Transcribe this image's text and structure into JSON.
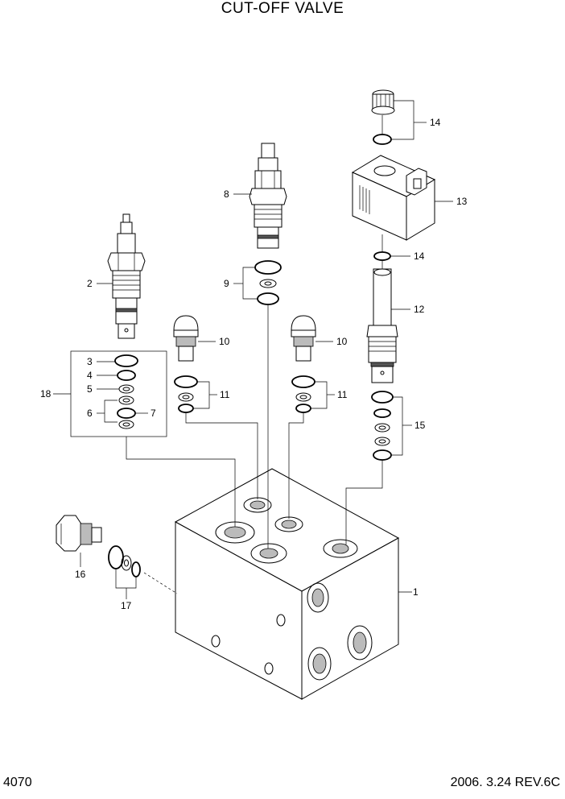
{
  "title": "CUT-OFF VALVE",
  "page_number": "4070",
  "revision": "2006. 3.24  REV.6C",
  "callouts": {
    "c1": "1",
    "c2": "2",
    "c3": "3",
    "c4": "4",
    "c5": "5",
    "c6": "6",
    "c7": "7",
    "c8": "8",
    "c9": "9",
    "c10a": "10",
    "c10b": "10",
    "c11a": "11",
    "c11b": "11",
    "c12": "12",
    "c13": "13",
    "c14a": "14",
    "c14b": "14",
    "c15": "15",
    "c16": "16",
    "c17": "17",
    "c18": "18"
  }
}
